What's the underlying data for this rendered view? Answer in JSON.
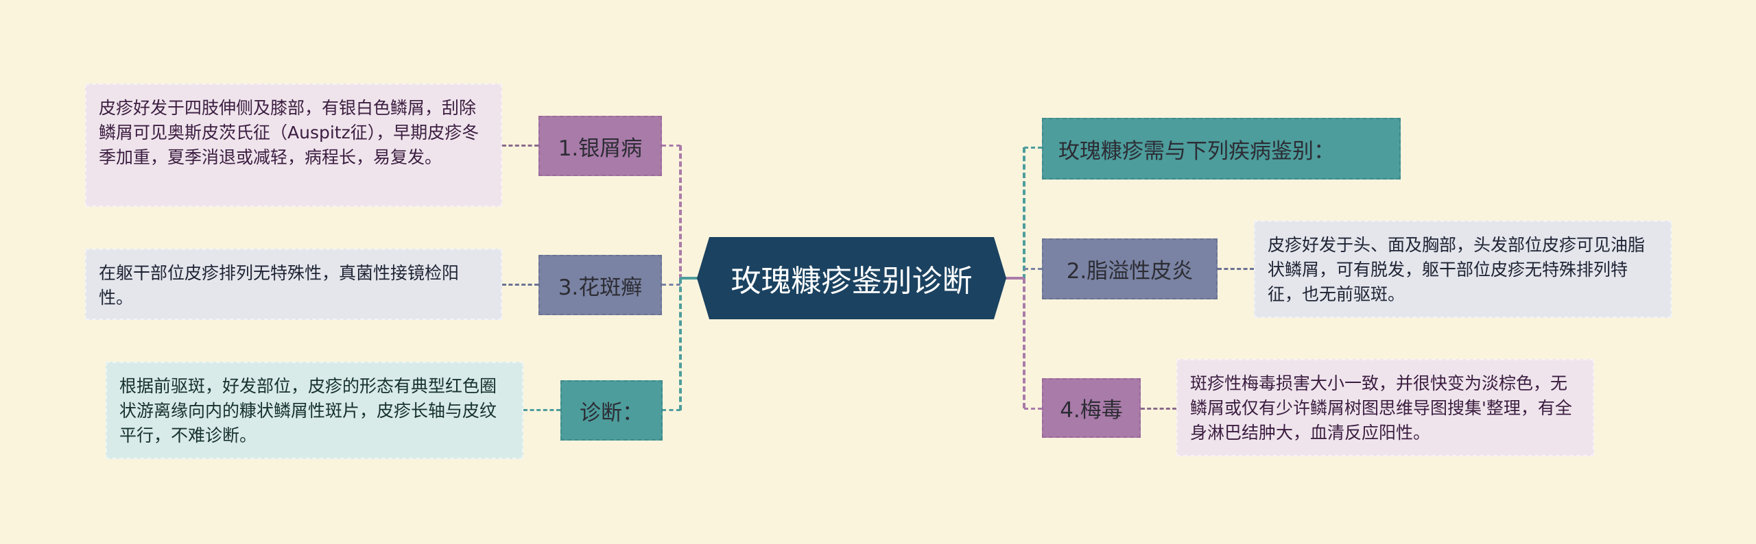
{
  "colors": {
    "background": "#faf4dd",
    "center": "#1b4260",
    "purple": "#a97ba9",
    "slate": "#7a83a3",
    "teal": "#4d9d9c"
  },
  "center": {
    "title": "玫瑰糠疹鉴别诊断"
  },
  "left": {
    "psoriasis": {
      "label": "1.银屑病",
      "detail": "皮疹好发于四肢伸侧及膝部，有银白色鳞屑，刮除鳞屑可见奥斯皮茨氏征（Auspitz征），早期皮疹冬季加重，夏季消退或减轻，病程长，易复发。"
    },
    "tinea": {
      "label": "3.花斑癣",
      "detail": "在躯干部位皮疹排列无特殊性，真菌性接镜检阳性。"
    },
    "diagnosis": {
      "label": "诊断：",
      "detail": "根据前驱斑，好发部位，皮疹的形态有典型红色圈状游离缘向内的糠状鳞屑性斑片，皮疹长轴与皮纹平行，不难诊断。"
    }
  },
  "right": {
    "differential": {
      "label": "玫瑰糠疹需与下列疾病鉴别："
    },
    "seborrheic": {
      "label": "2.脂溢性皮炎",
      "detail": "皮疹好发于头、面及胸部，头发部位皮疹可见油脂状鳞屑，可有脱发，躯干部位皮疹无特殊排列特征，也无前驱斑。"
    },
    "syphilis": {
      "label": "4.梅毒",
      "detail": "斑疹性梅毒损害大小一致，并很快变为淡棕色，无鳞屑或仅有少许鳞屑树图思维导图搜集'整理，有全身淋巴结肿大，血清反应阳性。"
    }
  }
}
